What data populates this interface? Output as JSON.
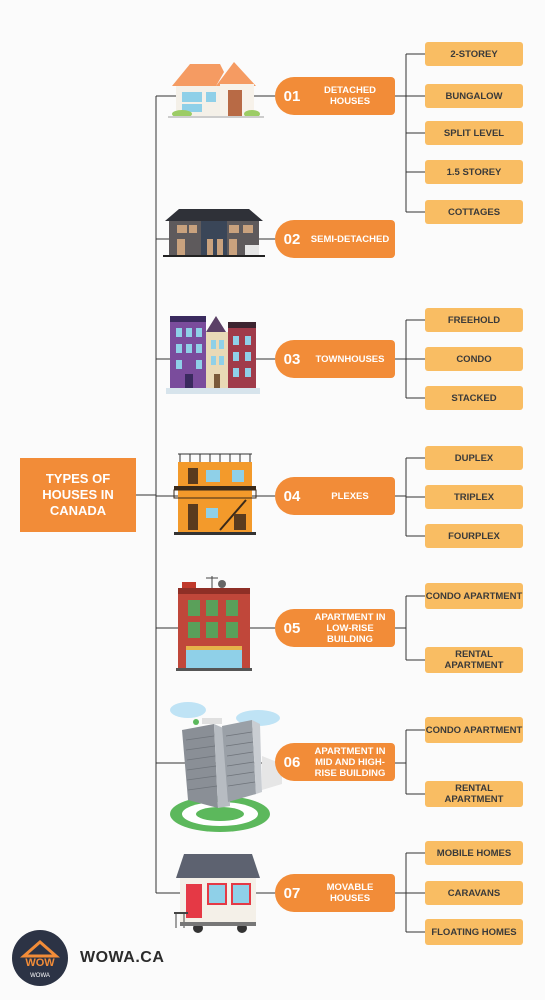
{
  "root": {
    "title": "TYPES OF HOUSES IN CANADA"
  },
  "categories": [
    {
      "num": "01",
      "label": "DETACHED HOUSES",
      "illustration": "detached-house-icon",
      "subtypes": [
        "2-STOREY",
        "BUNGALOW",
        "SPLIT LEVEL",
        "1.5 STOREY",
        "COTTAGES"
      ]
    },
    {
      "num": "02",
      "label": "SEMI-DETACHED",
      "illustration": "semi-detached-house-icon",
      "subtypes": []
    },
    {
      "num": "03",
      "label": "TOWNHOUSES",
      "illustration": "townhouses-icon",
      "subtypes": [
        "FREEHOLD",
        "CONDO",
        "STACKED"
      ]
    },
    {
      "num": "04",
      "label": "PLEXES",
      "illustration": "plex-building-icon",
      "subtypes": [
        "DUPLEX",
        "TRIPLEX",
        "FOURPLEX"
      ]
    },
    {
      "num": "05",
      "label": "APARTMENT IN LOW-RISE BUILDING",
      "illustration": "low-rise-building-icon",
      "subtypes": [
        "CONDO APARTMENT",
        "RENTAL APARTMENT"
      ]
    },
    {
      "num": "06",
      "label": "APARTMENT IN MID AND HIGH-RISE BUILDING",
      "illustration": "high-rise-building-icon",
      "subtypes": [
        "CONDO APARTMENT",
        "RENTAL APARTMENT"
      ]
    },
    {
      "num": "07",
      "label": "MOVABLE HOUSES",
      "illustration": "mobile-home-icon",
      "subtypes": [
        "MOBILE HOMES",
        "CARAVANS",
        "FLOATING HOMES"
      ]
    }
  ],
  "brand": {
    "logo_text": "WOW",
    "logo_sub": "WOWA",
    "name": "WOWA.CA"
  },
  "colors": {
    "category": "#f28c38",
    "subtype": "#f9bd63",
    "line": "#333333",
    "logo_bg": "#2c3345"
  }
}
